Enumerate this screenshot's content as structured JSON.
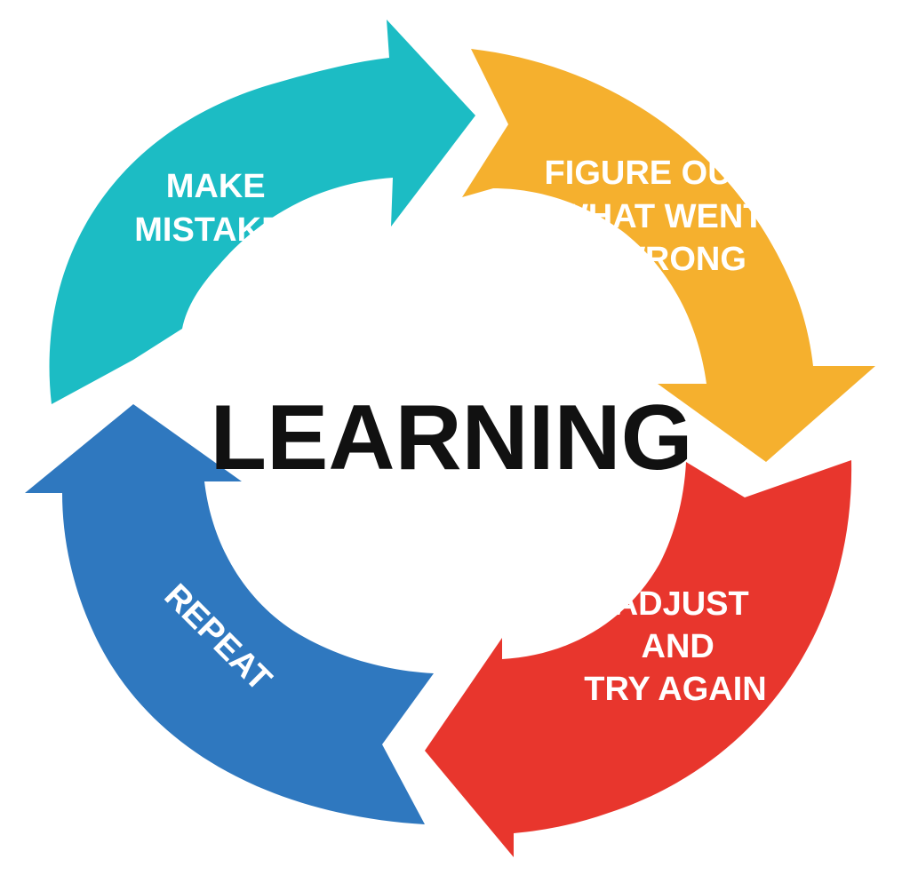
{
  "center": {
    "title": "LEARNING"
  },
  "steps": [
    {
      "lines": [
        "MAKE",
        "MISTAKES"
      ],
      "color": "#1cbcc4"
    },
    {
      "lines": [
        "FIGURE OUT",
        "WHAT WENT",
        "WRONG"
      ],
      "color": "#f5b02e"
    },
    {
      "lines": [
        "ADJUST",
        "AND",
        "TRY AGAIN"
      ],
      "color": "#e8362d"
    },
    {
      "lines": [
        "REPEAT"
      ],
      "color": "#2f78bf"
    }
  ]
}
